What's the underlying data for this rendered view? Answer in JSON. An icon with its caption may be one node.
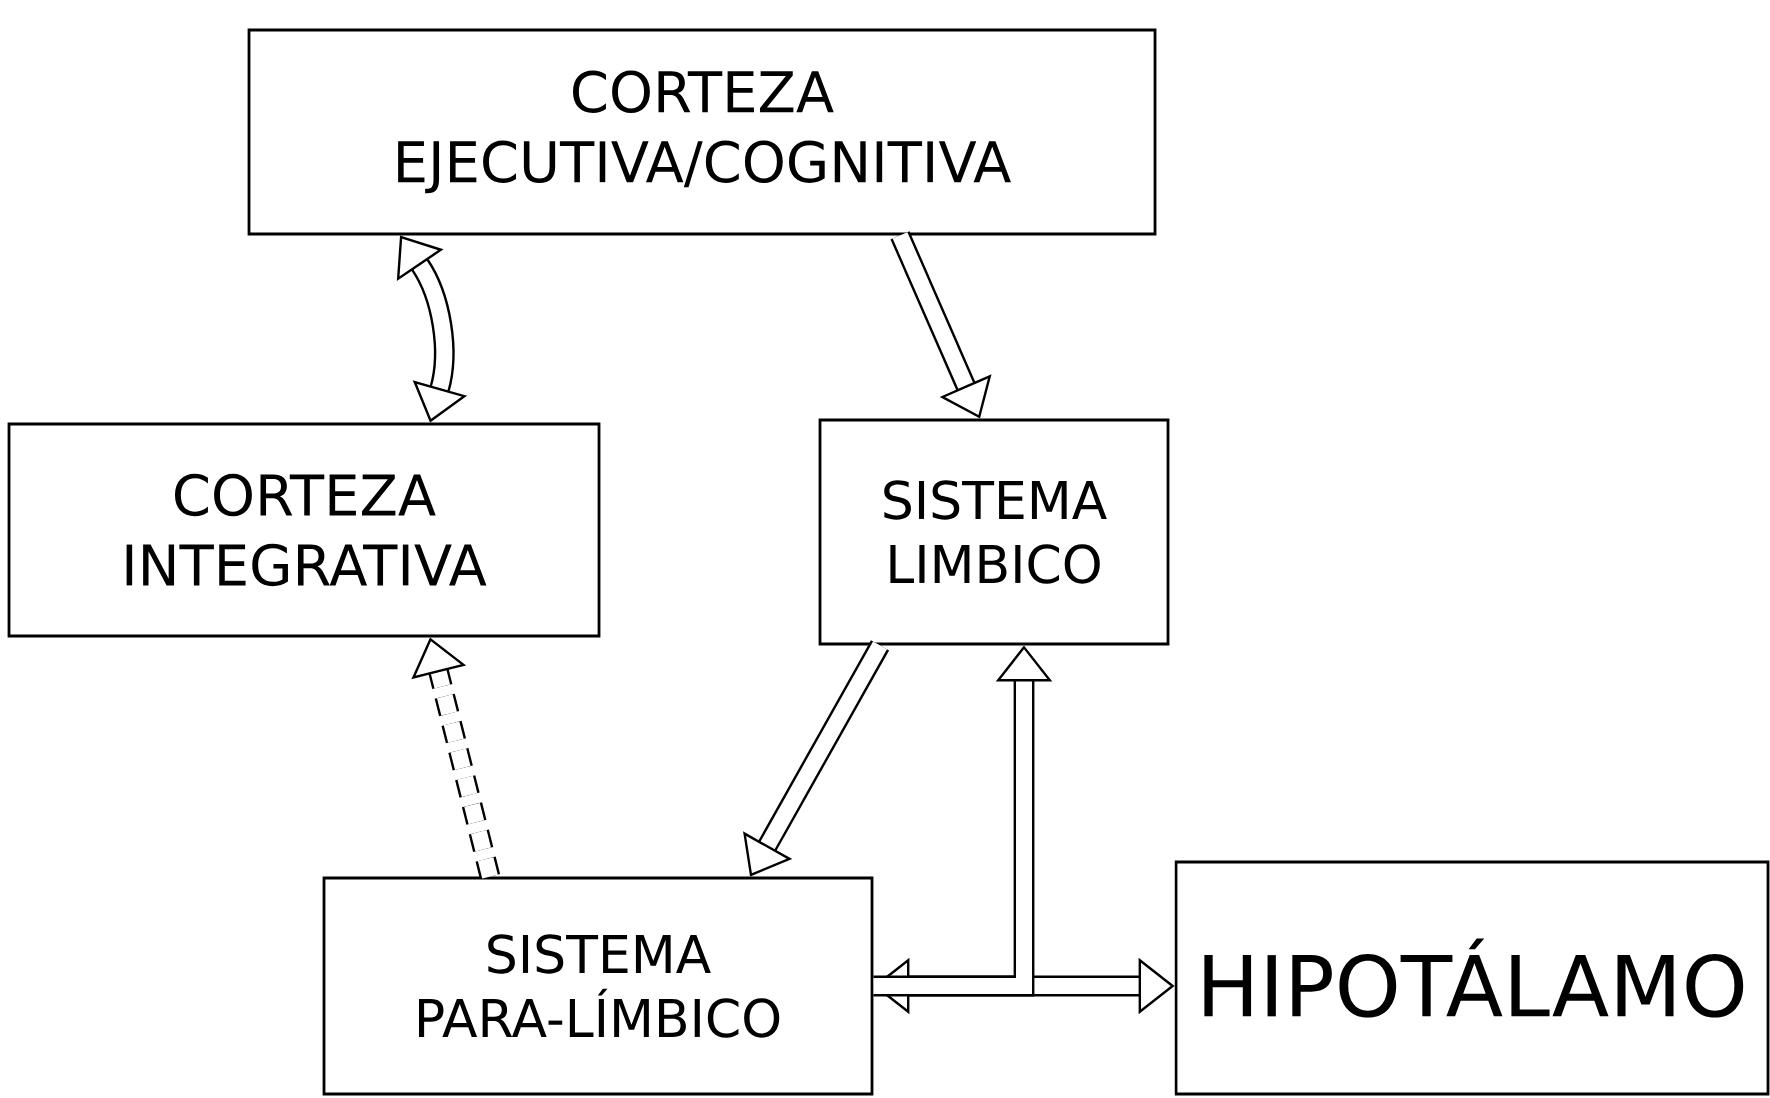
{
  "diagram": {
    "nodes": [
      {
        "text": [
          "CORTEZA EJECUTIVA/COGNITIVA"
        ]
      },
      {
        "text": [
          "CORTEZA INTEGRATIVA"
        ]
      },
      {
        "text": [
          "SISTEMA LIMBICO"
        ]
      },
      {
        "text": [
          "SISTEMA PARA-LÍMBICO"
        ]
      },
      {
        "text": [
          "HIPOTÁLAMO"
        ]
      }
    ],
    "edges": [
      {
        "from": 0,
        "to": 1,
        "arrow": "both"
      },
      {
        "from": 0,
        "to": 2,
        "arrow": "to"
      },
      {
        "from": 2,
        "to": 3,
        "arrow": "to"
      },
      {
        "from": 3,
        "to": 1,
        "arrow": "to",
        "style": "dashed"
      },
      {
        "from": 3,
        "to": 4,
        "arrow": "both"
      },
      {
        "from": 3,
        "to": 2,
        "arrow": "to"
      }
    ]
  }
}
